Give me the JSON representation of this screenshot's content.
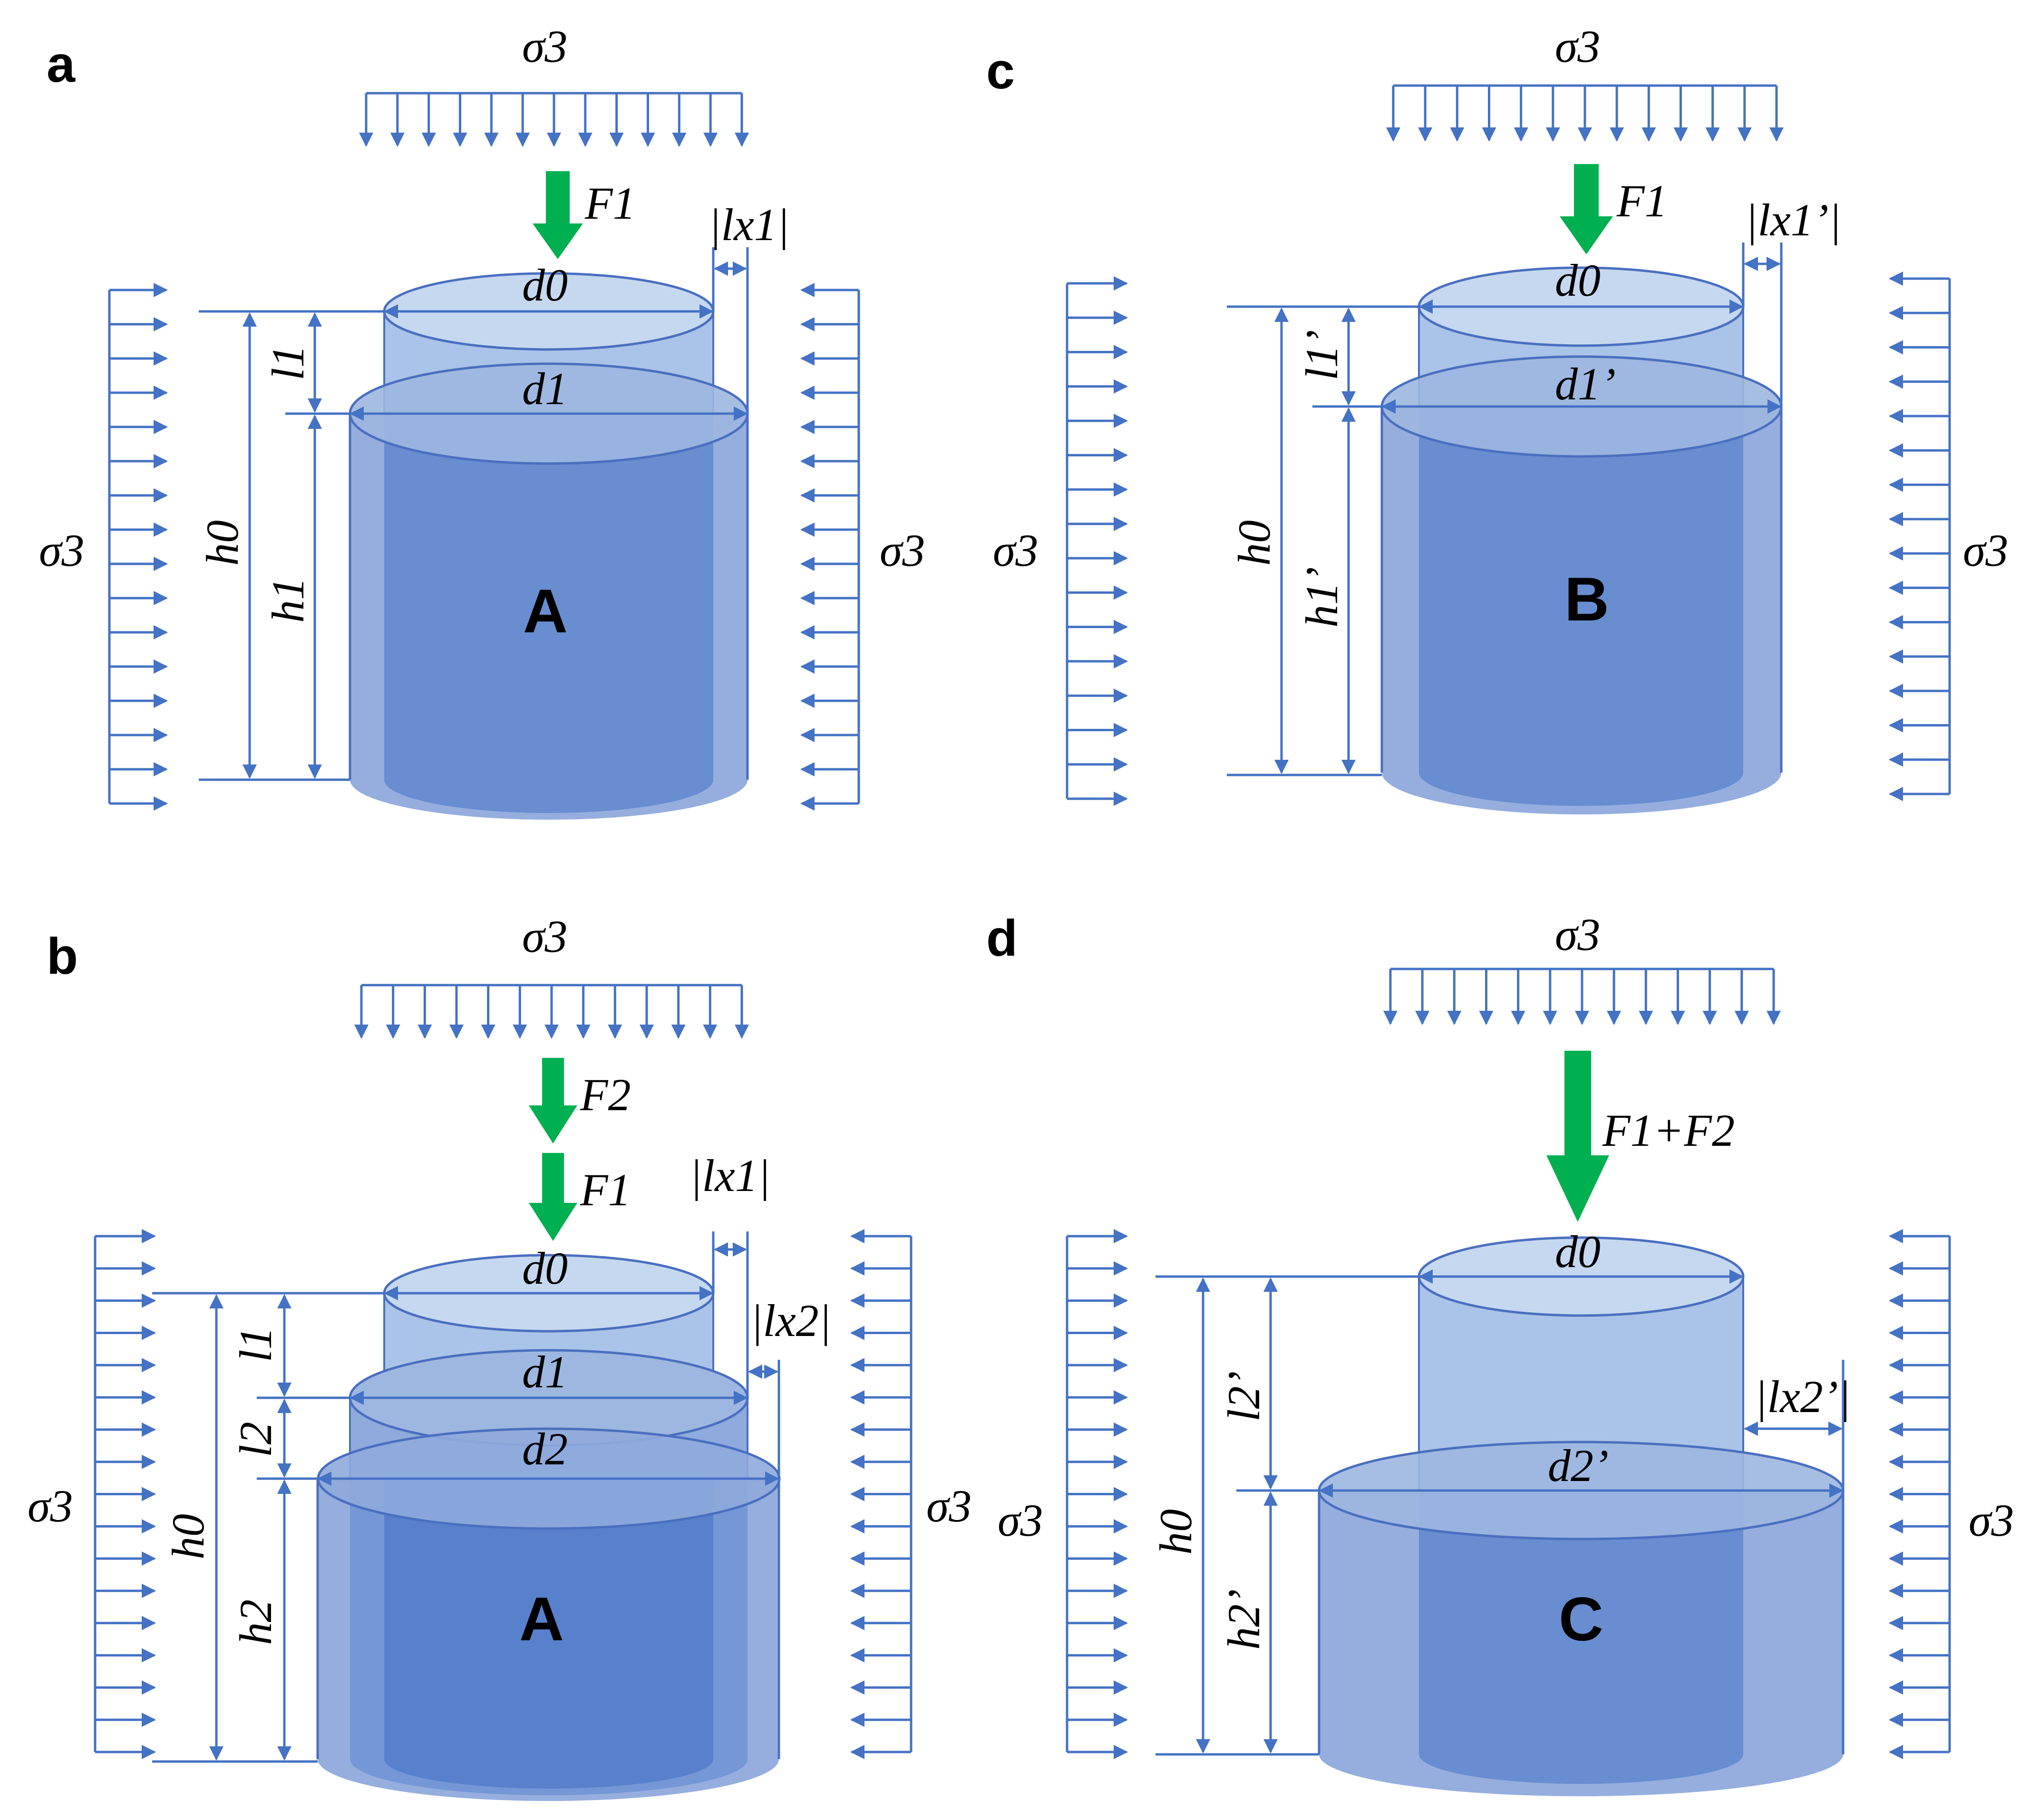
{
  "colors": {
    "arrow_blue": "#4472c4",
    "force_green": "#00b050",
    "cyl_top_light": "#a9c4e8",
    "cyl_mid": "#8faadc",
    "cyl_dark": "#4472c4"
  },
  "panels": [
    {
      "id": "a",
      "letter": "a",
      "body_label": "A",
      "sigma_top": "σ3",
      "sigma_left": "σ3",
      "sigma_right": "σ3",
      "forces": [
        "F1"
      ],
      "diameters": [
        "d0",
        "d1"
      ],
      "lengths": [
        "l1",
        "h1",
        "h0"
      ],
      "offsets": [
        "|lx1|"
      ]
    },
    {
      "id": "b",
      "letter": "b",
      "body_label": "A",
      "sigma_top": "σ3",
      "sigma_left": "σ3",
      "sigma_right": "σ3",
      "forces": [
        "F2",
        "F1"
      ],
      "diameters": [
        "d0",
        "d1",
        "d2"
      ],
      "lengths": [
        "l1",
        "l2",
        "h2",
        "h0"
      ],
      "offsets": [
        "|lx1|",
        "|lx2|"
      ]
    },
    {
      "id": "c",
      "letter": "c",
      "body_label": "B",
      "sigma_top": "σ3",
      "sigma_left": "σ3",
      "sigma_right": "σ3",
      "forces": [
        "F1"
      ],
      "diameters": [
        "d0",
        "d1’"
      ],
      "lengths": [
        "l1’",
        "h1’",
        "h0"
      ],
      "offsets": [
        "|lx1’|"
      ]
    },
    {
      "id": "d",
      "letter": "d",
      "body_label": "C",
      "sigma_top": "σ3",
      "sigma_left": "σ3",
      "sigma_right": "σ3",
      "forces": [
        "F1+F2"
      ],
      "diameters": [
        "d0",
        "d2’"
      ],
      "lengths": [
        "l2’",
        "h2’",
        "h0"
      ],
      "offsets": [
        "|lx2’|"
      ]
    }
  ]
}
